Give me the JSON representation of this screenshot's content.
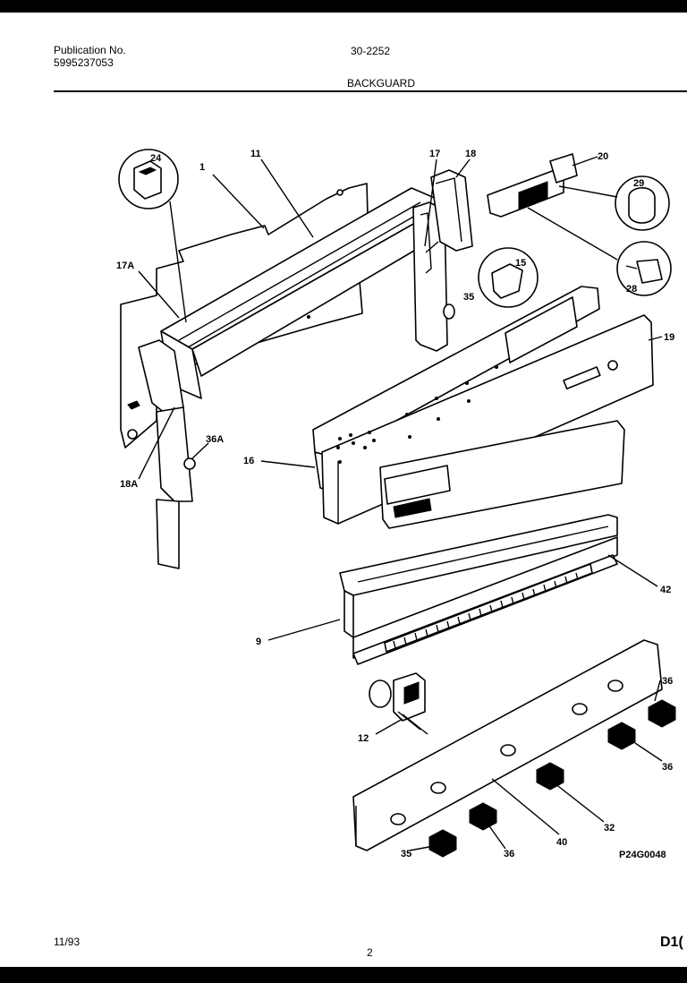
{
  "header": {
    "publication_label": "Publication No.",
    "publication_number": "5995237053",
    "model_code": "30-2252",
    "section_title": "BACKGUARD"
  },
  "footer": {
    "date": "11/93",
    "page": "2",
    "code": "D1("
  },
  "diagram": {
    "figure_code": "P24G0048",
    "callouts": [
      "24",
      "1",
      "11",
      "17",
      "18",
      "20",
      "29",
      "15",
      "35",
      "28",
      "17A",
      "19",
      "36A",
      "16",
      "18A",
      "42",
      "9",
      "36",
      "12",
      "36",
      "32",
      "40",
      "36",
      "35"
    ]
  }
}
